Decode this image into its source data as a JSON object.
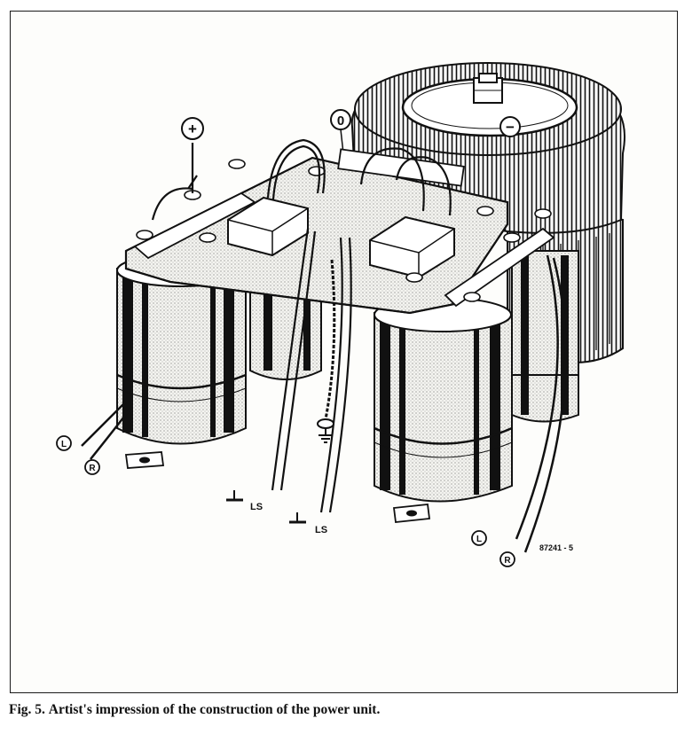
{
  "caption": {
    "number": "Fig. 5.",
    "text": "Artist's impression of the construction of the power unit."
  },
  "labels": {
    "plus": "+",
    "zero": "0",
    "minus": "−",
    "left_channel": "L",
    "right_channel": "R",
    "loudspeaker": "LS",
    "drawing_ref": "87241 - 5"
  },
  "colors": {
    "ink": "#1a1a1a",
    "paper": "#fdfdfb",
    "shade": "#bdbdbd"
  }
}
